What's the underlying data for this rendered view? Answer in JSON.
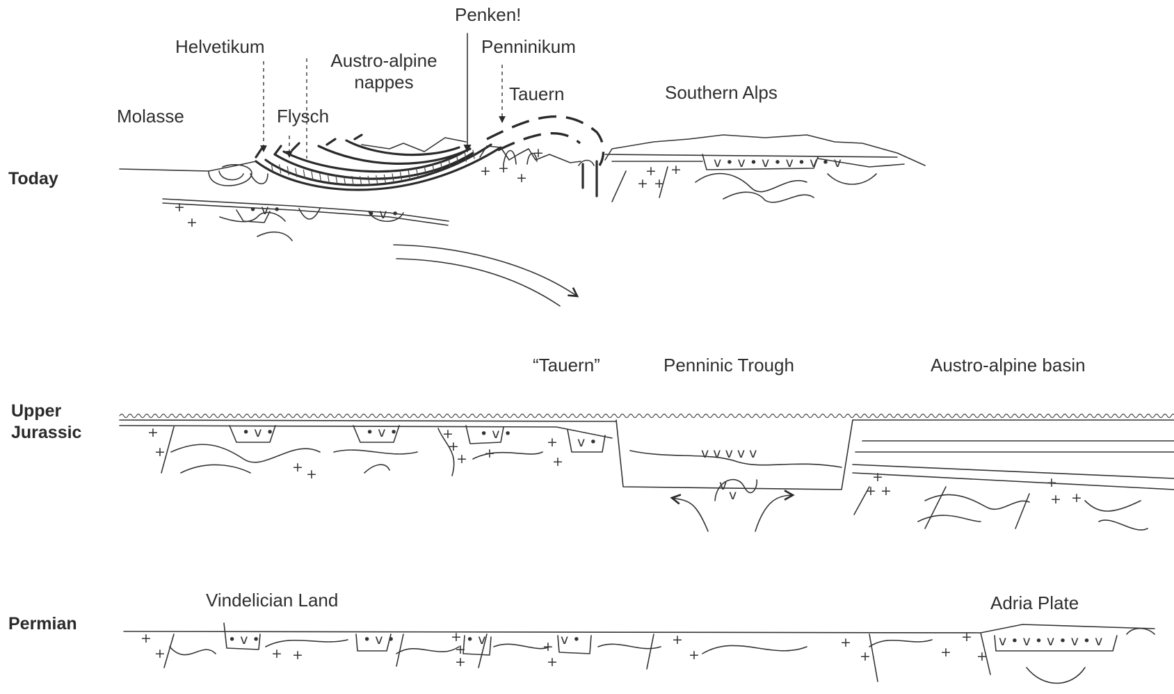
{
  "sections": {
    "today": {
      "era_label": "Today",
      "labels": {
        "penken": "Penken!",
        "helvetikum": "Helvetikum",
        "austro_alpine": "Austro-alpine\nnappes",
        "penninikum": "Penninikum",
        "tauern": "Tauern",
        "southern_alps": "Southern Alps",
        "molasse": "Molasse",
        "flysch": "Flysch"
      }
    },
    "upper_jurassic": {
      "era_label": "Upper\nJurassic",
      "labels": {
        "tauern_quoted": "“Tauern”",
        "penninic_trough": "Penninic Trough",
        "austro_alpine_basin": "Austro-alpine basin"
      }
    },
    "permian": {
      "era_label": "Permian",
      "labels": {
        "vindelician_land": "Vindelician Land",
        "adria_plate": "Adria Plate"
      }
    }
  },
  "symbols": {
    "granite": "+",
    "volcanic": "v",
    "volcanic_dots": "• v •"
  }
}
